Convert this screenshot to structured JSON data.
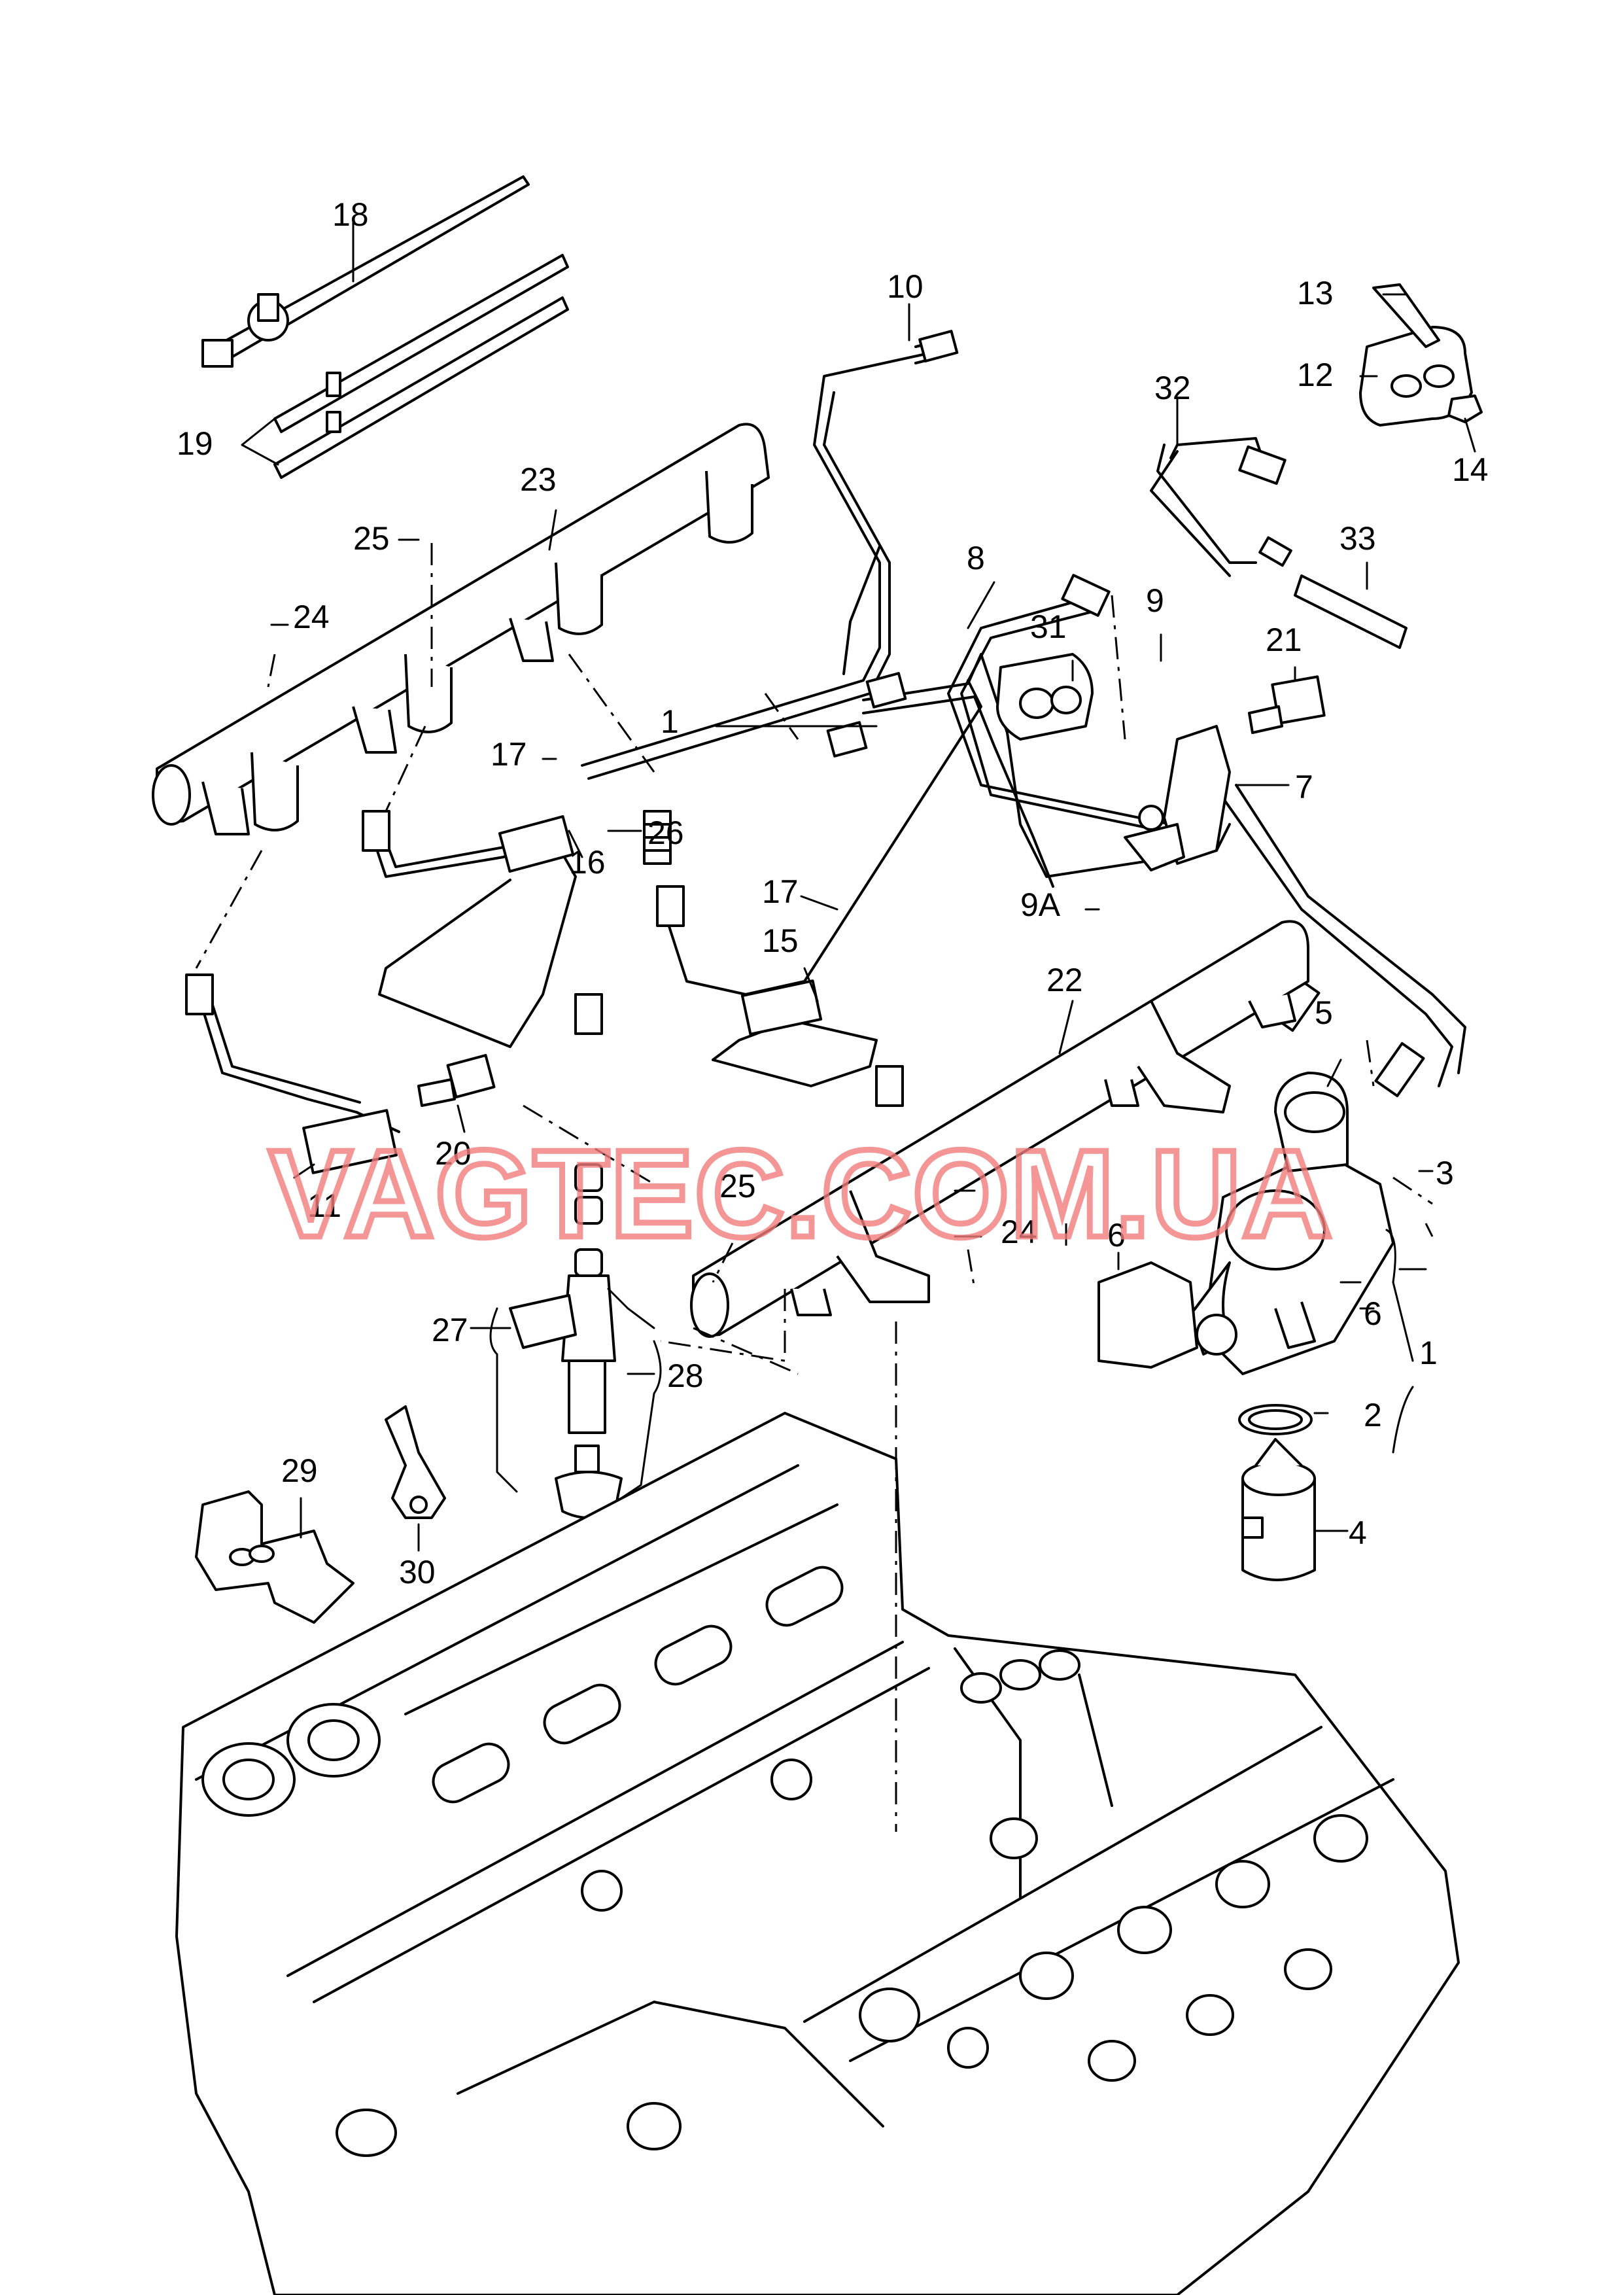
{
  "watermark": "VAGTEC.COM.UA",
  "callouts": {
    "p1a": "1",
    "p1b": "1",
    "p2": "2",
    "p3": "3",
    "p4": "4",
    "p5": "5",
    "p6a": "6",
    "p6b": "6",
    "p7": "7",
    "p8": "8",
    "p9": "9",
    "p9a": "9A",
    "p10": "10",
    "p11": "11",
    "p12": "12",
    "p13": "13",
    "p14": "14",
    "p15": "15",
    "p16": "16",
    "p17a": "17",
    "p17b": "17",
    "p18": "18",
    "p19": "19",
    "p20": "20",
    "p21": "21",
    "p22": "22",
    "p23": "23",
    "p24a": "24",
    "p24b": "24",
    "p25a": "25",
    "p25b": "25",
    "p26": "26",
    "p27": "27",
    "p28": "28",
    "p29": "29",
    "p30": "30",
    "p31": "31",
    "p32": "32",
    "p33": "33"
  },
  "colors": {
    "line": "#000000",
    "watermark": "#f27c7c",
    "background": "#ffffff"
  }
}
